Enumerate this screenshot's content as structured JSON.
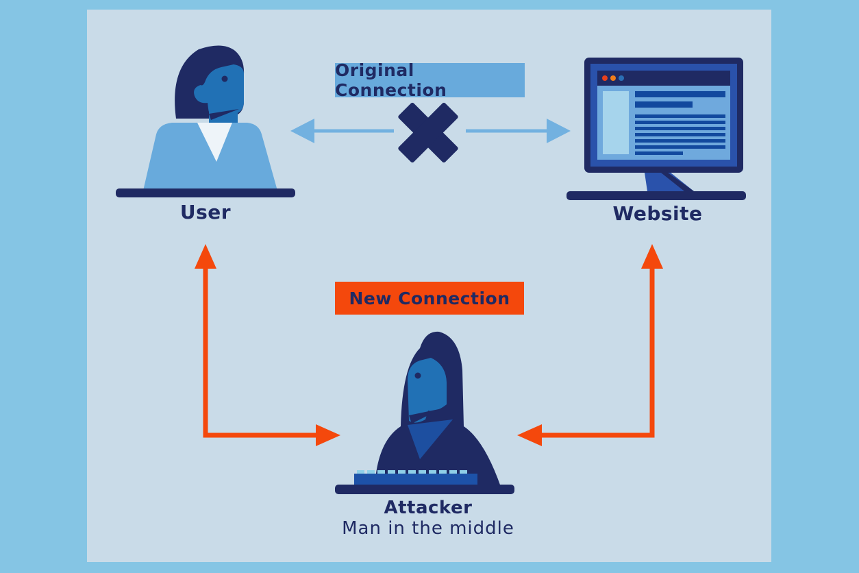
{
  "nodes": {
    "user": {
      "label": "User"
    },
    "website": {
      "label": "Website"
    },
    "attacker": {
      "label": "Attacker",
      "sublabel": "Man in the middle"
    }
  },
  "connections": {
    "original": {
      "label": "Original Connection",
      "status": "blocked",
      "box_color": "#68aadc",
      "arrow_color": "#72b1e0"
    },
    "new": {
      "label": "New Connection",
      "box_color": "#f4480c",
      "arrow_color": "#f4480c"
    }
  },
  "icons": {
    "user": "person-bust-icon",
    "website": "monitor-browser-icon",
    "attacker": "hooded-attacker-keyboard-icon",
    "blocked": "x-cross-icon"
  },
  "colors": {
    "outer_background": "#85c5e4",
    "panel_background": "#c9dbe8",
    "navy": "#1f2a63",
    "face_blue": "#2171b5",
    "torso_blue": "#68aadc",
    "arrow_blue": "#72b1e0",
    "orange": "#f4480c",
    "monitor_bezel": "#2a52ab",
    "screen_background": "#6fa9dd",
    "screen_sidebar": "#a6d4ec",
    "screen_text_lines": "#12499e",
    "keyboard": "#1d52a8",
    "keyboard_keys": "#8fd0e8",
    "chest_blue": "#1d4fa0",
    "browser_dot_red": "#e8401c",
    "browser_dot_orange": "#f07d1a",
    "browser_dot_blue": "#2b6fb5",
    "vneck_white": "#eef4f9"
  }
}
